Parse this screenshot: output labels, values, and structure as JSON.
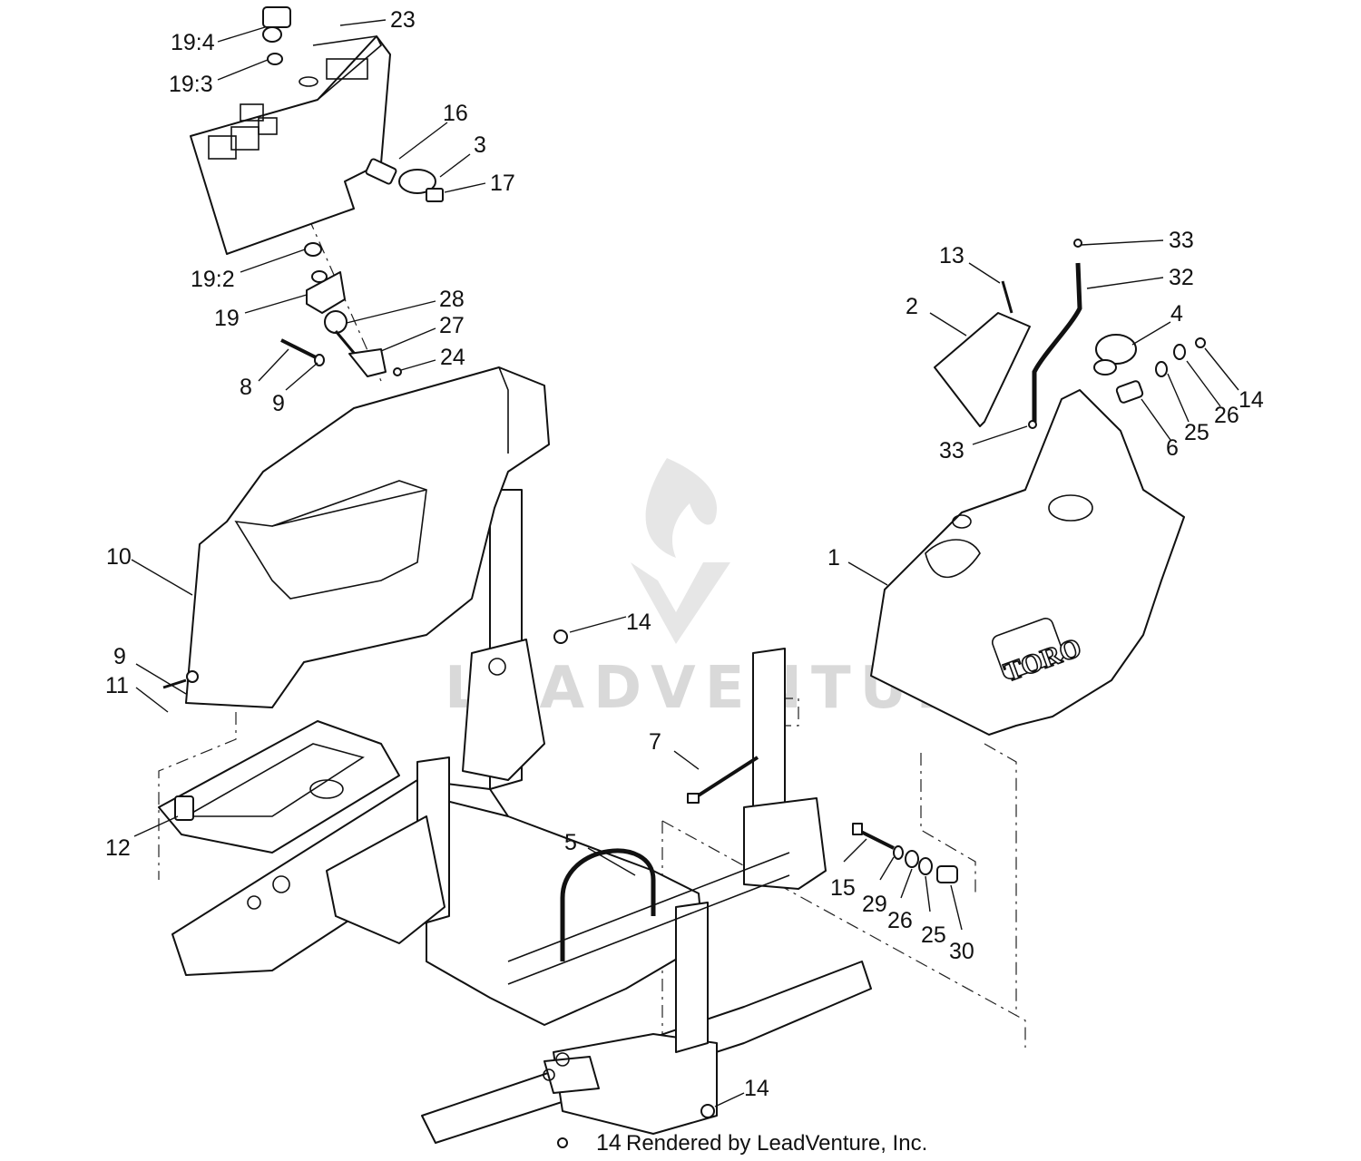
{
  "watermark": {
    "text": "LEADVENTURE"
  },
  "credit": {
    "text": "Rendered by LeadVenture, Inc."
  },
  "brand_logo": {
    "text": "TORO"
  },
  "callouts": [
    "19:4",
    "23",
    "19:3",
    "16",
    "3",
    "17",
    "19:2",
    "19",
    "28",
    "27",
    "8",
    "24",
    "9",
    "13",
    "33",
    "32",
    "2",
    "4",
    "14",
    "26",
    "25",
    "6",
    "33",
    "10",
    "1",
    "14",
    "9",
    "11",
    "7",
    "12",
    "5",
    "15",
    "29",
    "26",
    "25",
    "30",
    "14",
    "14"
  ]
}
